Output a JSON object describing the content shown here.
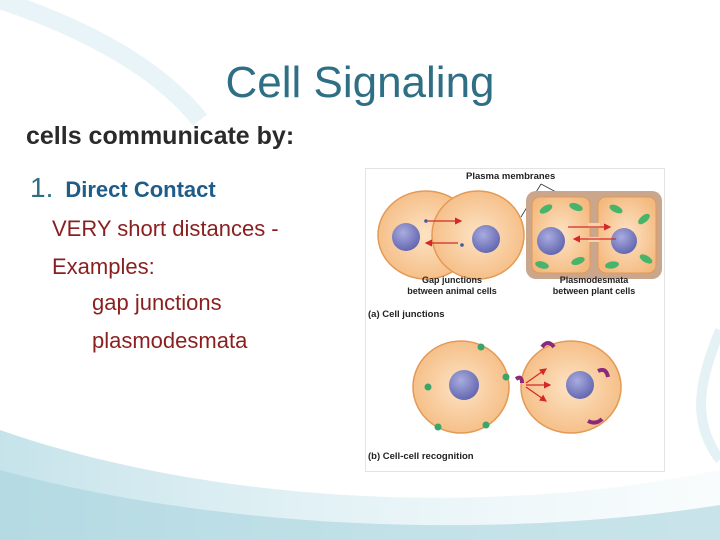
{
  "slide": {
    "title": "Cell Signaling",
    "subtitle": "cells communicate by:",
    "point_number": "1.",
    "point_text": "Direct Contact",
    "lines": [
      "VERY short distances -",
      "Examples:",
      "gap junctions",
      "plasmodesmata"
    ]
  },
  "figure": {
    "label_plasma": "Plasma membranes",
    "label_gap": [
      "Gap junctions",
      "between animal cells"
    ],
    "label_plasmo": [
      "Plasmodesmata",
      "between plant cells"
    ],
    "label_a": "(a) Cell junctions",
    "label_b": "(b) Cell-cell recognition"
  },
  "colors": {
    "title": "#2f6f86",
    "point": "#1f5c88",
    "body": "#8a1f1f",
    "cell_fill": "#f7c99a",
    "nucleus": "#7b7fc4",
    "arrow": "#d62828"
  }
}
